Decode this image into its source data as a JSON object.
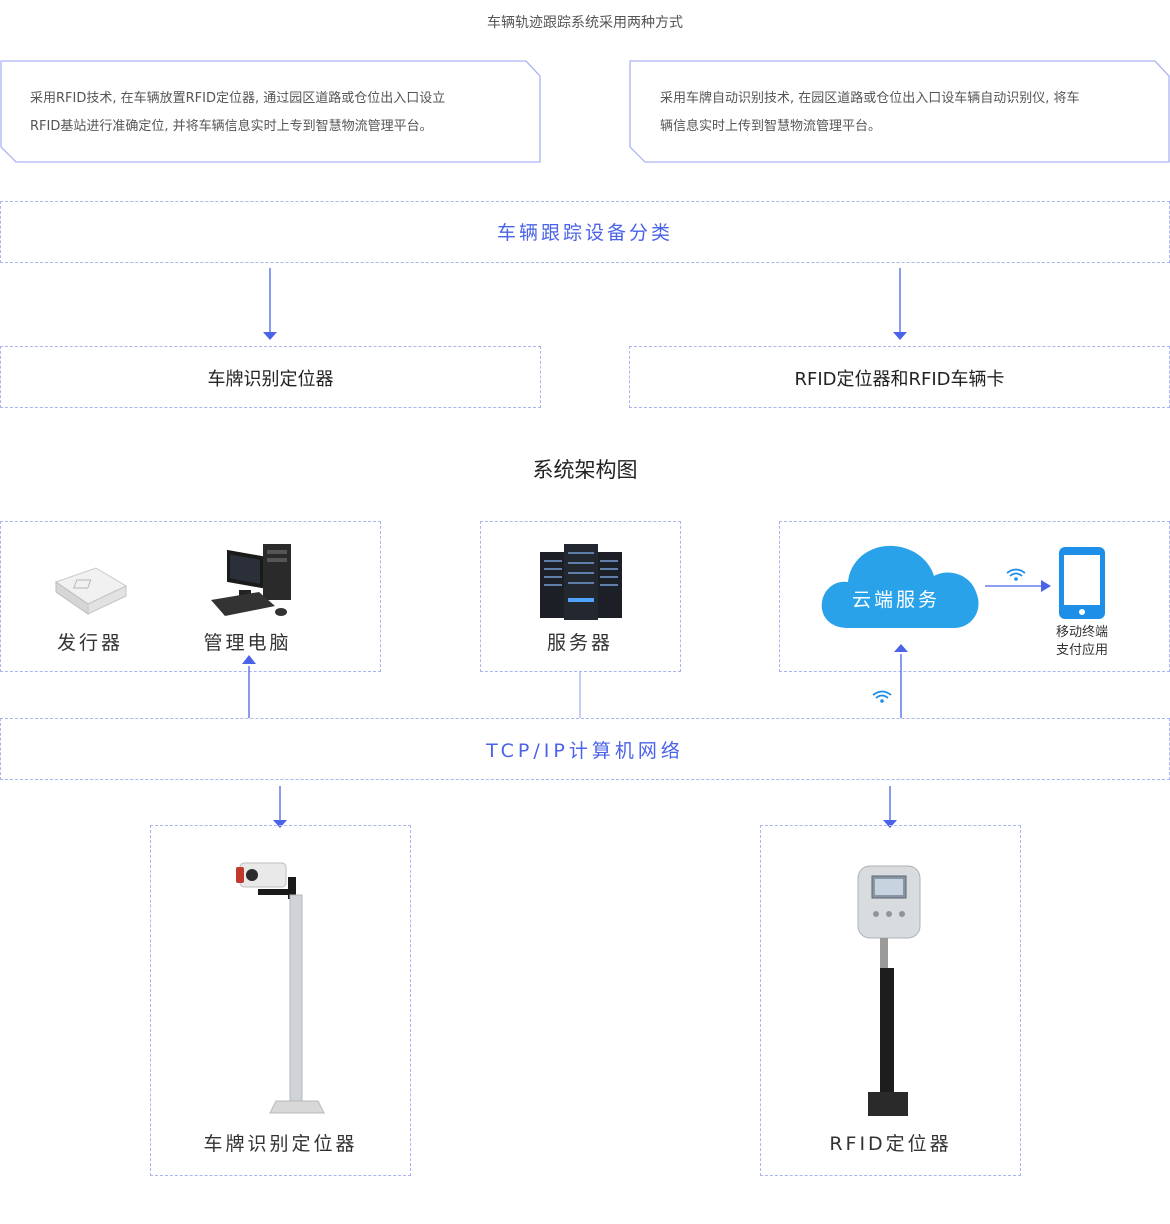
{
  "header": {
    "title": "车辆轨迹跟踪系统采用两种方式"
  },
  "methods": [
    {
      "line1": "采用RFID技术, 在车辆放置RFID定位器, 通过园区道路或仓位出入口设立",
      "line2": "RFID基站进行准确定位, 并将车辆信息实时上专到智慧物流管理平台。"
    },
    {
      "line1": "采用车牌自动识别技术, 在园区道路或仓位出入口设车辆自动识别仪, 将车",
      "line2": "辆信息实时上传到智慧物流管理平台。"
    }
  ],
  "classification": {
    "title": "车辆跟踪设备分类",
    "left": "车牌识别定位器",
    "right": "RFID定位器和RFID车辆卡"
  },
  "architecture": {
    "title": "系统架构图",
    "issuer": "发行器",
    "pc": "管理电脑",
    "server": "服务器",
    "cloud": "云端服务",
    "mobile_line1": "移动终端",
    "mobile_line2": "支付应用",
    "network": "TCP/IP计算机网络",
    "plate_locator": "车牌识别定位器",
    "rfid_locator": "RFID定位器"
  },
  "colors": {
    "accent": "#4a63e8",
    "dash": "#aab4f2",
    "cloud": "#2aa2ea",
    "phone": "#1e8fe8"
  }
}
